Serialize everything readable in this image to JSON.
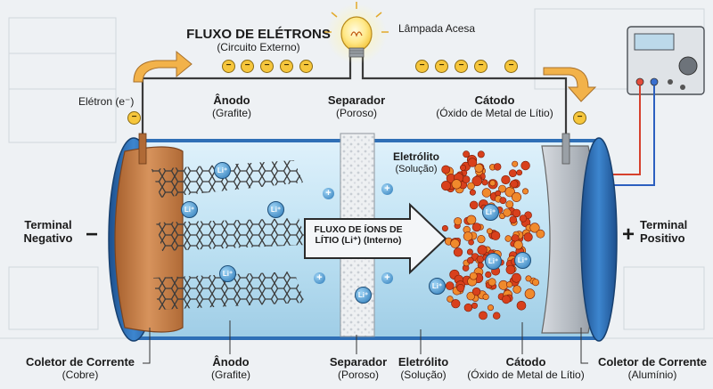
{
  "top": {
    "flow_title": "FLUXO DE ELÉTRONS",
    "flow_subtitle": "(Circuito Externo)",
    "lamp_label": "Lâmpada Acesa",
    "electron_label": "Elétron (e⁻)"
  },
  "upper": {
    "anode_title": "Ânodo",
    "anode_sub": "(Grafite)",
    "separator_title": "Separador",
    "separator_sub": "(Poroso)",
    "cathode_title": "Cátodo",
    "cathode_sub": "(Óxido de Metal de Lítio)"
  },
  "inside": {
    "electrolyte_title": "Eletrólito",
    "electrolyte_sub": "(Solução)",
    "ion_flow_line1": "FLUXO DE ÍONS DE",
    "ion_flow_line2": "LÍTIO (Li⁺) (Interno)",
    "ion_symbol": "Li⁺",
    "electron_symbol": "−",
    "plus_symbol": "+"
  },
  "terminals": {
    "negative_line1": "Terminal",
    "negative_line2": "Negativo",
    "negative_sign": "−",
    "positive_line1": "Terminal",
    "positive_line2": "Positivo",
    "positive_sign": "+"
  },
  "bottom": {
    "collector_left_title": "Coletor de Corrente",
    "collector_left_sub": "(Cobre)",
    "anode_title": "Ânodo",
    "anode_sub": "(Grafite)",
    "separator_title": "Separador",
    "separator_sub": "(Poroso)",
    "electrolyte_title": "Eletrólito",
    "electrolyte_sub": "(Solução)",
    "cathode_title": "Cátodo",
    "cathode_sub": "(Óxido de Metal de Lítio)",
    "collector_right_title": "Coletor de Corrente",
    "collector_right_sub": "(Alumínio)"
  },
  "colors": {
    "copper": "#c8824a",
    "aluminum": "#b9bec4",
    "electrolyte": "#cfe9f6",
    "shell_blue": "#2f6fb6",
    "cathode_red": "#d8401c",
    "electron_yellow": "#f6c63c",
    "arrow_orange": "#f2b24a"
  }
}
